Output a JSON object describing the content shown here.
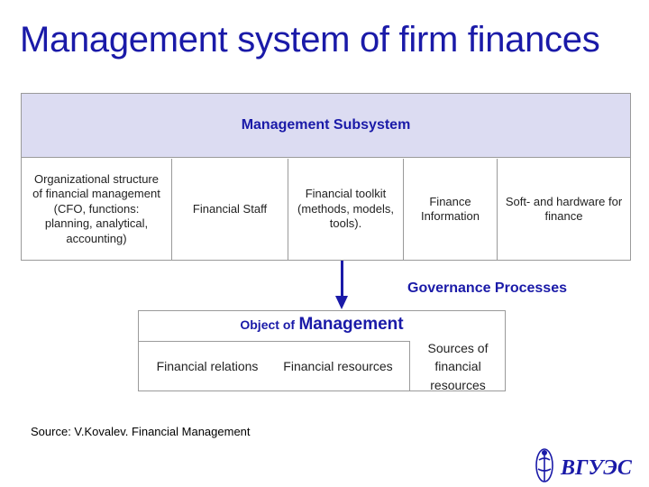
{
  "title": "Management system of firm finances",
  "subsystem": {
    "title": "Management Subsystem",
    "cells": [
      [
        "Organizational structure",
        "of  financial management",
        "(CFO, functions:",
        "planning, analytical,",
        "accounting)"
      ],
      [
        "Financial Staff"
      ],
      [
        "Financial toolkit",
        "(methods, models,",
        "tools)."
      ],
      [
        "Finance",
        "Information"
      ],
      [
        "Soft- and hardware for",
        "finance"
      ]
    ]
  },
  "governance": "Governance Processes",
  "object": {
    "title_prefix": "Object of",
    "title_main": "Management",
    "cells": [
      "Financial relations",
      "Financial resources",
      "Sources of",
      "financial",
      "resources"
    ]
  },
  "source": "Source: V.Kovalev. Financial Management",
  "logo": {
    "text": "ВГУЭС",
    "color": "#1a1aa8"
  },
  "colors": {
    "accent": "#1a1aa8",
    "header_bg": "#dcdcf2",
    "border": "#9a9a9a"
  }
}
